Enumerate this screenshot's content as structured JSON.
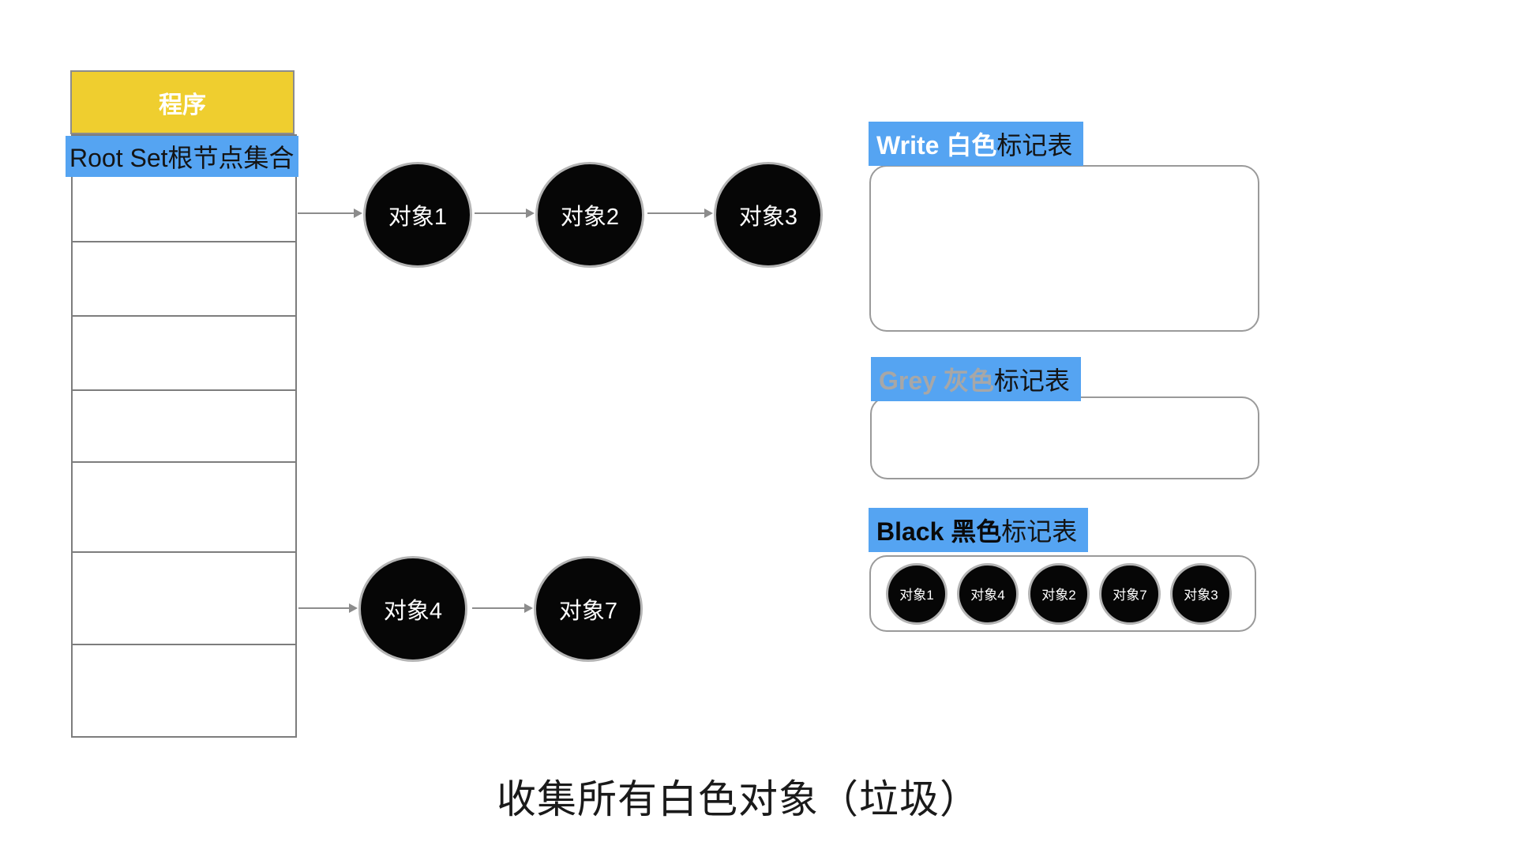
{
  "caption": "收集所有白色对象（垃圾）",
  "colors": {
    "header_yellow": "#EFCE2F",
    "label_blue": "#55A4F2",
    "grey_label_text": "#A7A7A7",
    "node_fill": "#060606",
    "node_border": "#B4B4B4",
    "line_grey": "#7D7D7D"
  },
  "root_table": {
    "header": "程序",
    "banner": "Root Set根节点集合"
  },
  "chains": [
    {
      "nodes": [
        "对象1",
        "对象2",
        "对象3"
      ]
    },
    {
      "nodes": [
        "对象4",
        "对象7"
      ]
    }
  ],
  "mark_tables": {
    "white": {
      "strong": "Write 白色",
      "suffix": "标记表",
      "items": []
    },
    "grey": {
      "strong": "Grey 灰色",
      "suffix": "标记表",
      "items": []
    },
    "black": {
      "strong": "Black 黑色",
      "suffix": "标记表",
      "items": [
        "对象1",
        "对象4",
        "对象2",
        "对象7",
        "对象3"
      ]
    }
  }
}
